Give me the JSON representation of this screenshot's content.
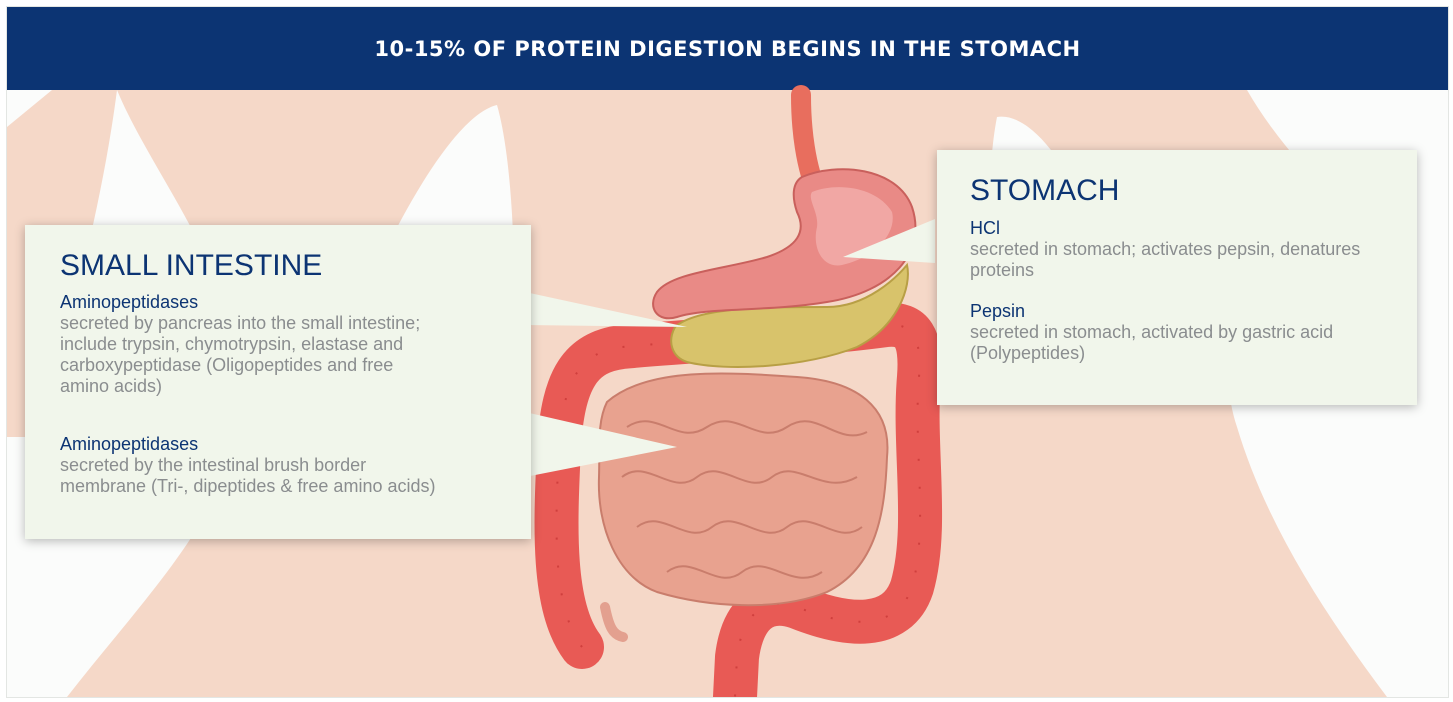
{
  "header": {
    "title": "10-15% OF PROTEIN DIGESTION BEGINS IN THE STOMACH"
  },
  "colors": {
    "header_bg": "#0c3473",
    "skin": "#f5d8c8",
    "intestine_red": "#e85a55",
    "small_intestine_pink": "#e8a28f",
    "stomach_pink": "#e98a86",
    "pancreas_yellow": "#d8c36b",
    "callout_bg": "#f1f6eb",
    "enzyme_text": "#0c3473",
    "description_text": "#8a8d8f"
  },
  "stomach_callout": {
    "title": "STOMACH",
    "enzymes": [
      {
        "name": "HCl",
        "description": "secreted in stomach; activates pepsin, denatures proteins"
      },
      {
        "name": "Pepsin",
        "description": "secreted in stomach, activated by gastric acid   (Polypeptides)"
      }
    ]
  },
  "small_intestine_callout": {
    "title": "SMALL INTESTINE",
    "enzymes": [
      {
        "name": "Aminopeptidases",
        "description": "secreted by pancreas into the small intestine; include trypsin, chymotrypsin, elastase and carboxypeptidase (Oligopeptides and free amino acids)"
      },
      {
        "name": "Aminopeptidases",
        "description": "secreted by the intestinal brush border membrane   (Tri-, dipeptides & free amino acids)"
      }
    ]
  }
}
